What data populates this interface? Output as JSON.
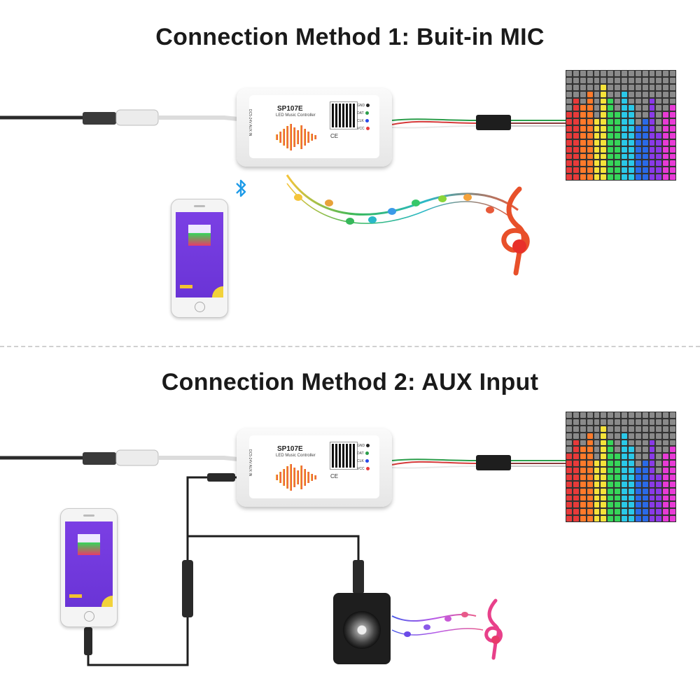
{
  "section1": {
    "title": "Connection Method 1: Buit-in MIC"
  },
  "section2": {
    "title": "Connection Method 2: AUX Input"
  },
  "controller": {
    "model": "SP107E",
    "subtitle": "LED Music Controller",
    "side_label": "DC5-24V  AUX IN",
    "pins": [
      "GND",
      "DAT",
      "CLK",
      "VCC"
    ],
    "cert": "CE"
  },
  "colors": {
    "accent_purple": "#6a34d6",
    "matrix_colors": [
      "#e83a3a",
      "#ff7a2a",
      "#f5e23a",
      "#36d65a",
      "#2ac8e8",
      "#2a6ae8",
      "#8a3ae8",
      "#e83ad6"
    ]
  },
  "icons": [
    "bluetooth-icon",
    "music-notes-icon",
    "treble-clef-icon",
    "speaker-icon",
    "phone-icon"
  ]
}
